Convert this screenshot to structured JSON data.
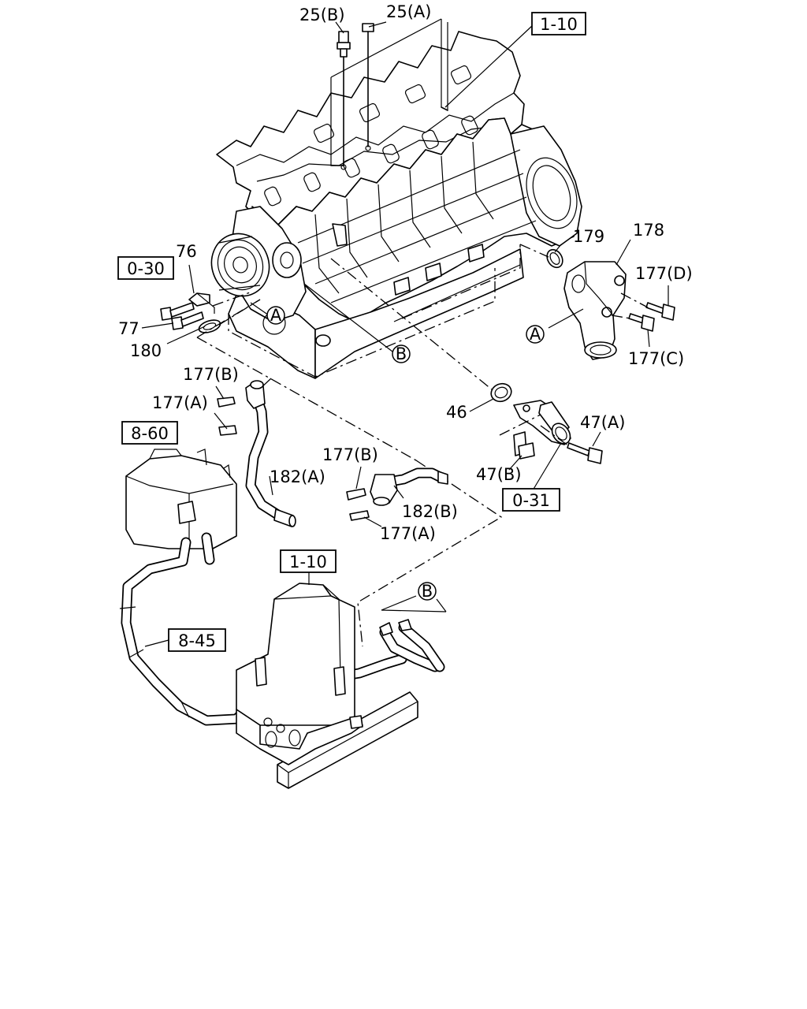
{
  "labels": {
    "bolt_25b": "25(B)",
    "bolt_25a": "25(A)",
    "ref_1_10_top": "1-10",
    "part_179": "179",
    "part_178": "178",
    "part_177d": "177(D)",
    "part_177c": "177(C)",
    "ref_0_30": "0-30",
    "part_76": "76",
    "part_77": "77",
    "part_180": "180",
    "part_177b_left": "177(B)",
    "part_177a_left": "177(A)",
    "ref_8_60": "8-60",
    "part_182a": "182(A)",
    "part_46": "46",
    "part_47a": "47(A)",
    "part_47b": "47(B)",
    "ref_0_31": "0-31",
    "part_177b_mid": "177(B)",
    "part_182b": "182(B)",
    "part_177a_mid": "177(A)",
    "ref_1_10_bottom": "1-10",
    "ref_8_45": "8-45"
  },
  "markers": {
    "a": "A",
    "b": "B"
  }
}
